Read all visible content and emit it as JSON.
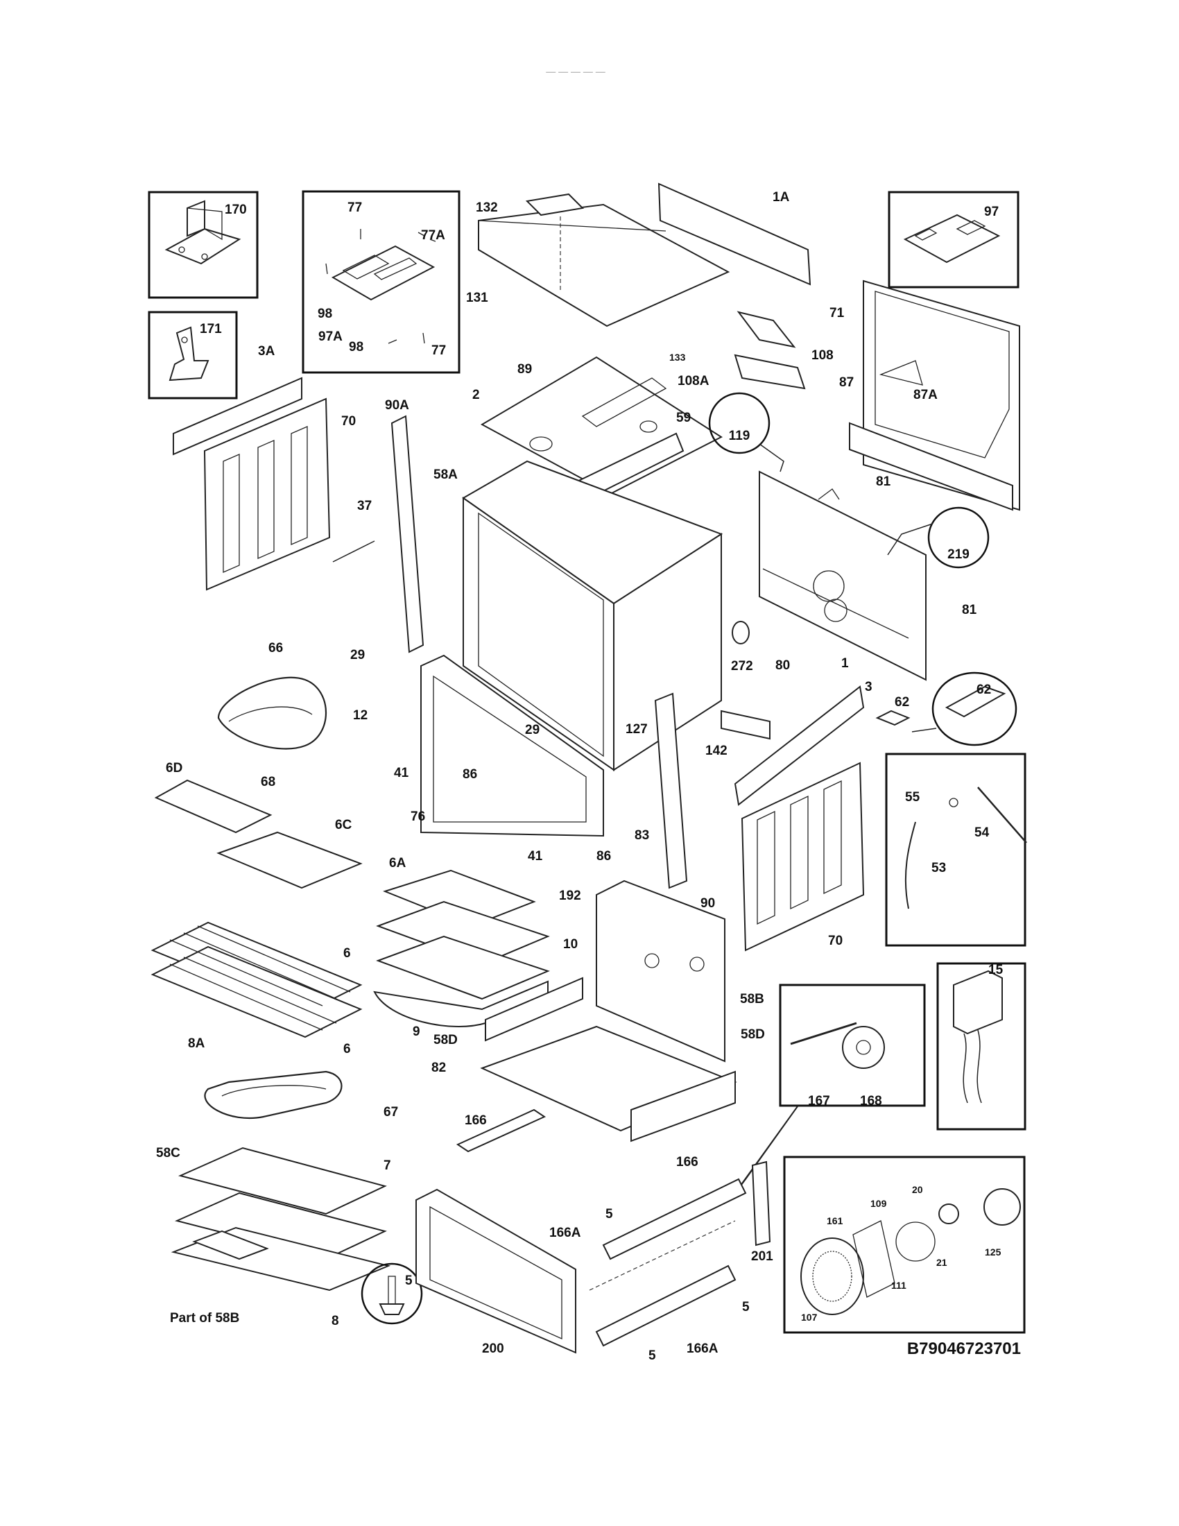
{
  "header_text": "— — — — —",
  "diagram_code": "B79046723701",
  "inset_caption": "Part of 58B",
  "callouts": {
    "c170": "170",
    "c171": "171",
    "c77a": "77",
    "c77b": "77A",
    "c98a": "98",
    "c97a": "97A",
    "c98b": "98",
    "c77c": "77",
    "c132": "132",
    "c1A": "1A",
    "c131": "131",
    "c97": "97",
    "c71": "71",
    "c108": "108",
    "c108A": "108A",
    "c133": "133",
    "c89": "89",
    "c2": "2",
    "c59": "59",
    "c87": "87",
    "c87A": "87A",
    "c119": "119",
    "c3A": "3A",
    "c70a": "70",
    "c90A": "90A",
    "c58A": "58A",
    "c37": "37",
    "c81a": "81",
    "c219": "219",
    "c81b": "81",
    "c272": "272",
    "c80": "80",
    "c1": "1",
    "c62a": "62",
    "c62b": "62",
    "c3": "3",
    "c66": "66",
    "c29a": "29",
    "c12": "12",
    "c6D": "6D",
    "c68": "68",
    "c29b": "29",
    "c127": "127",
    "c142": "142",
    "c41a": "41",
    "c86a": "86",
    "c76": "76",
    "c55": "55",
    "c54": "54",
    "c53": "53",
    "c6C": "6C",
    "c83": "83",
    "c6A": "6A",
    "c41b": "41",
    "c86b": "86",
    "c90": "90",
    "c192": "192",
    "c70b": "70",
    "c10": "10",
    "c6a": "6",
    "c6b": "6",
    "c58B": "58B",
    "c15": "15",
    "c9": "9",
    "c58Da": "58D",
    "c58Db": "58D",
    "c8A": "8A",
    "c82": "82",
    "c167": "167",
    "c168": "168",
    "c166a": "166",
    "c67": "67",
    "c58C": "58C",
    "c7": "7",
    "c5a": "5",
    "c166b": "166",
    "c166Aa": "166A",
    "c201": "201",
    "c20": "20",
    "c109": "109",
    "c161": "161",
    "c125": "125",
    "c21": "21",
    "c111": "111",
    "c107": "107",
    "c5b": "5",
    "c5c": "5",
    "c8": "8",
    "c200": "200",
    "c166Ab": "166A",
    "c5d": "5"
  }
}
